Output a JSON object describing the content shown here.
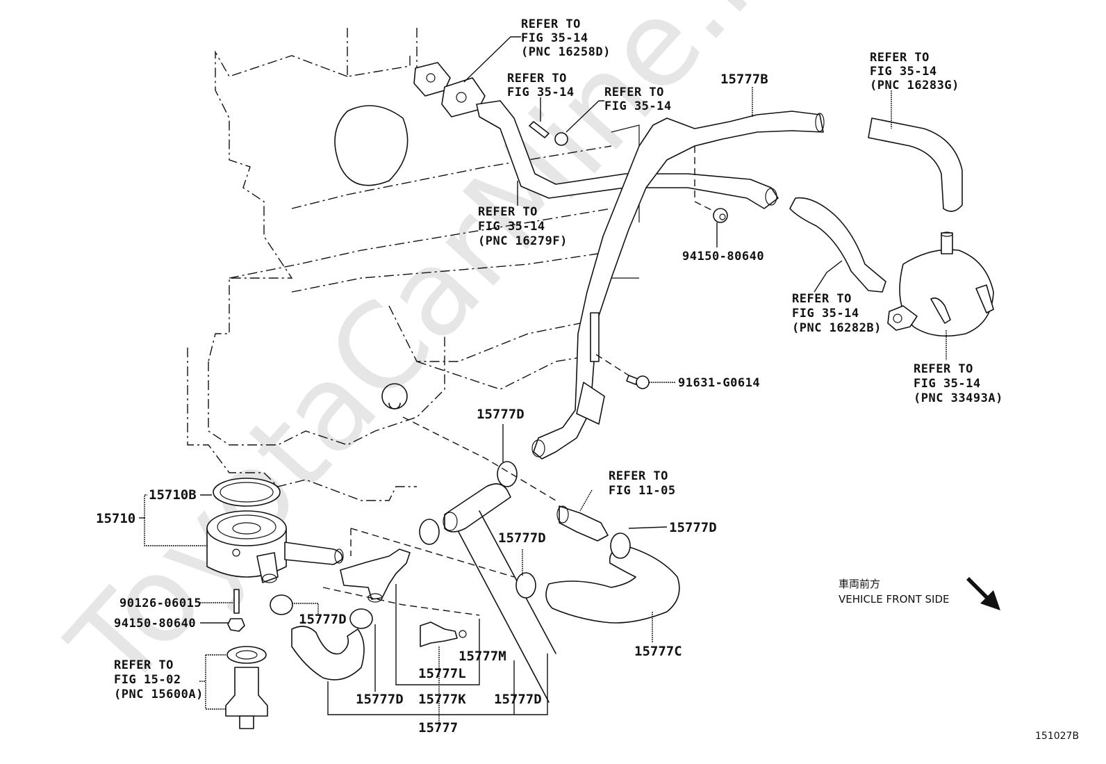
{
  "diagram": {
    "figure_id": "151027B",
    "watermark": "ToyotaCarMine.ru",
    "orientation": {
      "label_jp": "車両前方",
      "label_en": "VEHICLE FRONT SIDE",
      "arrow_icon": "arrow-down-right-icon"
    },
    "callouts": {
      "ref_16258d": [
        "REFER TO",
        "FIG 35-14",
        "(PNC 16258D)"
      ],
      "ref_stud": [
        "REFER TO",
        "FIG 35-14"
      ],
      "ref_nut": [
        "REFER TO",
        "FIG 35-14"
      ],
      "ref_16279f": [
        "REFER TO",
        "FIG 35-14",
        "(PNC 16279F)"
      ],
      "ref_16283g": [
        "REFER TO",
        "FIG 35-14",
        "(PNC 16283G)"
      ],
      "ref_16282b": [
        "REFER TO",
        "FIG 35-14",
        "(PNC 16282B)"
      ],
      "ref_33493a": [
        "REFER TO",
        "FIG 35-14",
        "(PNC 33493A)"
      ],
      "ref_1105": [
        "REFER TO",
        "FIG 11-05"
      ],
      "ref_15600a": [
        "REFER TO",
        "FIG 15-02",
        "(PNC 15600A)"
      ]
    },
    "parts": {
      "p15777b": "15777B",
      "p94150_top": "94150-80640",
      "p91631": "91631-G0614",
      "p15777d_a": "15777D",
      "p15777d_b": "15777D",
      "p15777d_c": "15777D",
      "p15777d_d": "15777D",
      "p15777d_e": "15777D",
      "p15777d_f": "15777D",
      "p15777c": "15777C",
      "p15710": "15710",
      "p15710b": "15710B",
      "p90126": "90126-06015",
      "p94150_bot": "94150-80640",
      "p15777m": "15777M",
      "p15777l": "15777L",
      "p15777k": "15777K",
      "p15777": "15777"
    }
  }
}
